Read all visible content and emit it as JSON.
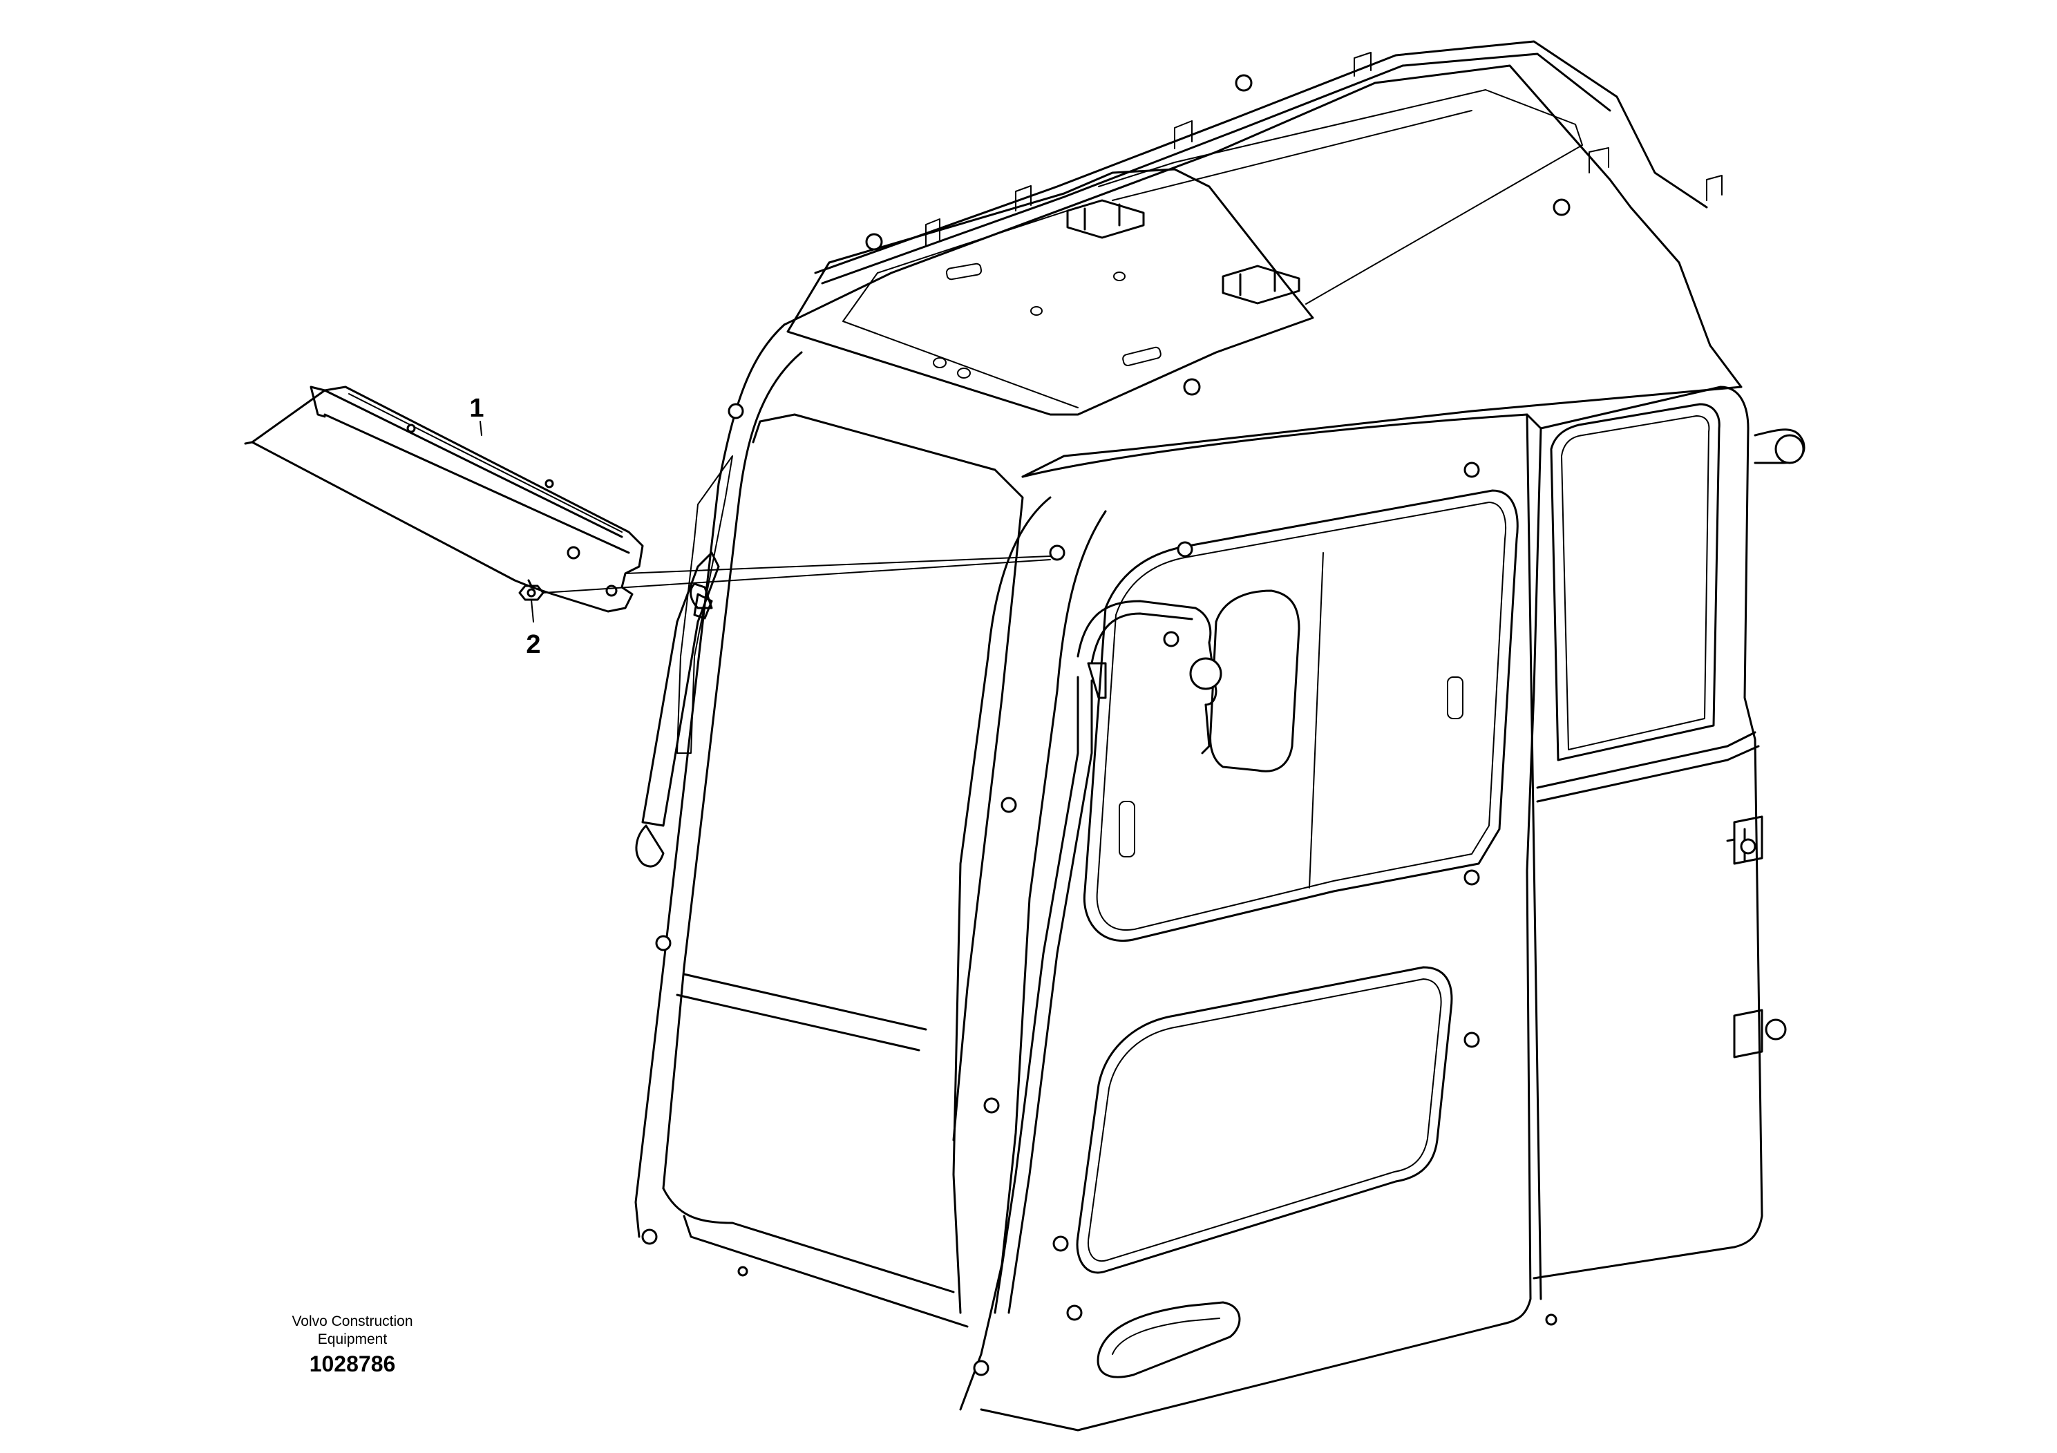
{
  "callouts": [
    {
      "id": "1",
      "label": "1",
      "part": "sun visor"
    },
    {
      "id": "2",
      "label": "2",
      "part": "nut"
    }
  ],
  "credit": {
    "line1": "Volvo Construction",
    "line2": "Equipment",
    "number": "1028786"
  },
  "colors": {
    "line": "#000000",
    "background": "#ffffff"
  }
}
